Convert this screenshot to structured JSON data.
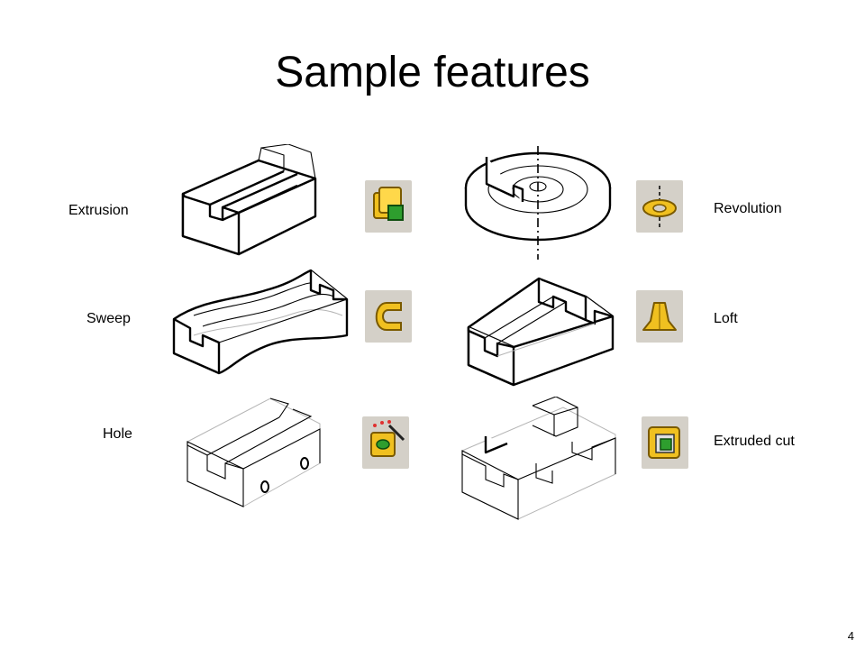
{
  "slide": {
    "title": "Sample features",
    "page_number": "4"
  },
  "features": {
    "extrusion": "Extrusion",
    "sweep": "Sweep",
    "hole": "Hole",
    "revolution": "Revolution",
    "loft": "Loft",
    "extruded_cut": "Extruded cut"
  },
  "colors": {
    "icon_background": "#d4d0c8",
    "icon_gold": "#e8b400",
    "icon_green": "#2e9e2e"
  },
  "icons": [
    "extrude-boss-icon",
    "sweep-icon",
    "hole-wizard-icon",
    "revolve-icon",
    "loft-icon",
    "extruded-cut-icon"
  ]
}
